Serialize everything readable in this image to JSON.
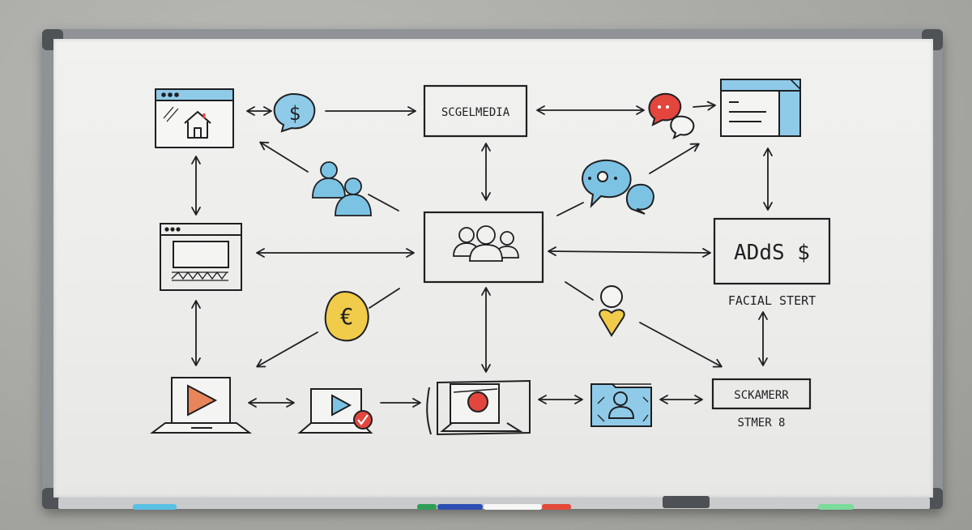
{
  "labels": {
    "social_media": "SCGELMEDIA",
    "ads": "ADdS $",
    "ads_sub": "FACIAL STERT",
    "streamer": "SCKAMERR",
    "streamer_sub": "STMER 8"
  },
  "glyphs": {
    "dollar_bubble": "$",
    "euro_coin": "€"
  },
  "colors": {
    "ink": "#1f1f22",
    "blue": "#7cc3e3",
    "yellow": "#f1cc4a",
    "red": "#e2463d",
    "orange": "#e9855a",
    "board": "#eeeeec",
    "frame": "#8f9296"
  },
  "icons": [
    "website-home-icon",
    "dollar-speech-bubble-icon",
    "social-media-box",
    "chat-bubbles-icon",
    "browser-window-icon",
    "people-group-blue-icon",
    "chat-bubble-blue-icon",
    "laptop-keyboard-icon",
    "group-users-box",
    "ads-box",
    "euro-coin-icon",
    "person-heart-icon",
    "laptop-play-icon",
    "video-check-icon",
    "record-screen-icon",
    "user-card-icon",
    "streamer-box"
  ]
}
